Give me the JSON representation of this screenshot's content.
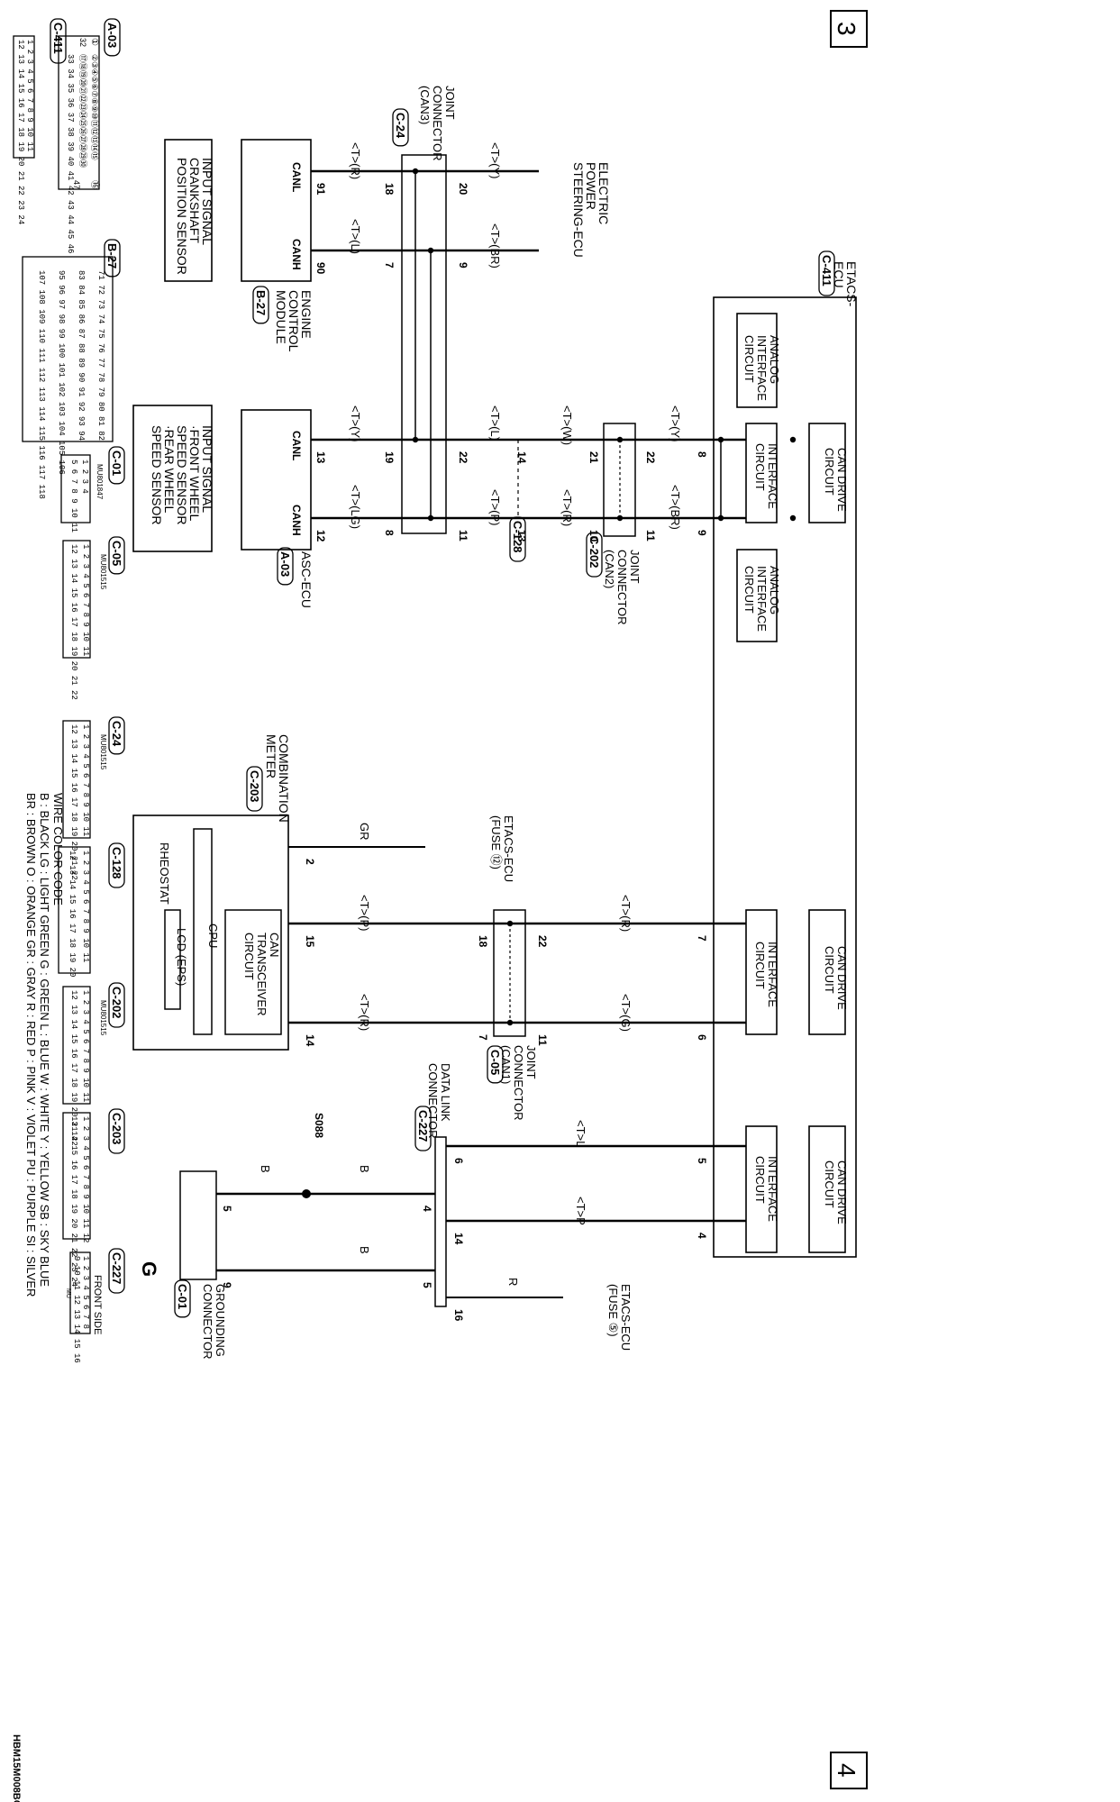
{
  "page": {
    "page_prev": "3",
    "page_next": "4",
    "figure_code": "HBM15M008BC",
    "fuse_g_marker": "G",
    "front_side": "FRONT SIDE",
    "ground_code": "S088"
  },
  "connectors": {
    "a03": "A-03",
    "c411": "C-411",
    "b27": "B-27",
    "c01": "C-01",
    "c05": "C-05",
    "c24": "C-24",
    "c128": "C-128",
    "c202": "C-202",
    "c203": "C-203",
    "c227": "C-227",
    "mu_c01": "MU801847",
    "mu_c05": "MU801515",
    "mu_c24": "MU801515",
    "mu_c202": "MU801515",
    "mu_c227": "MU"
  },
  "components": {
    "etacs_ecu": [
      "ETACS-",
      "ECU"
    ],
    "eps_ecu": [
      "ELECTRIC",
      "POWER",
      "STEERING-ECU"
    ],
    "joint_can3": [
      "JOINT",
      "CONNECTOR",
      "(CAN3)"
    ],
    "joint_can2": [
      "JOINT",
      "CONNECTOR",
      "(CAN2)"
    ],
    "joint_can1": [
      "JOINT",
      "CONNECTOR",
      "(CAN1)"
    ],
    "ecm": [
      "ENGINE",
      "CONTROL",
      "MODULE"
    ],
    "asc_ecu": "ASC-ECU",
    "combination_meter": [
      "COMBINATION",
      "METER"
    ],
    "data_link": [
      "DATA LINK",
      "CONNECTOR"
    ],
    "grounding": [
      "GROUNDING",
      "CONNECTOR"
    ],
    "fuse12": [
      "ETACS-ECU",
      "(FUSE ⑫)"
    ],
    "fuse5": [
      "ETACS-ECU",
      "(FUSE ⑤)"
    ],
    "input_signal_top": [
      "INPUT SIGNAL",
      "CRANKSHAFT",
      "POSITION SENSOR"
    ],
    "input_signal_bottom": [
      "INPUT SIGNAL",
      "·FRONT WHEEL",
      "SPEED SENSOR",
      "·REAR WHEEL",
      "SPEED SENSOR"
    ],
    "analog_interface": [
      "ANALOG",
      "INTERFACE",
      "CIRCUIT"
    ],
    "interface_circuit": [
      "INTERFACE",
      "CIRCUIT"
    ],
    "can_drive": [
      "CAN DRIVE",
      "CIRCUIT"
    ],
    "can_transceiver": [
      "CAN",
      "TRANSCEIVER",
      "CIRCUIT"
    ],
    "cpu": "CPU",
    "lcd": "LCD (EPS)",
    "rheostat": "RHEOSTAT",
    "canl": "CANL",
    "canh": "CANH"
  },
  "wire_labels": {
    "eps_l": "<T>(Y)",
    "eps_h": "<T>(BR)",
    "ecm_l": "<T>(R)",
    "ecm_h": "<T>(L)",
    "asc_l": "<T>(Y)",
    "asc_h": "<T>(LG)",
    "mid_l": "<T>(L)",
    "mid_h": "<T>(P)",
    "can2_l": "<T>(W)",
    "can2_h": "<T>(R)",
    "etacs_l1": "<T>(Y)",
    "etacs_h1": "<T>(BR)",
    "meter_gr": "GR",
    "can1_up_l": "<T>(R)",
    "can1_up_h": "<T>(G)",
    "meter_l": "<T>(P)",
    "meter_h": "<T>(R)",
    "dlc_l": "<T>L",
    "dlc_h": "<T>P",
    "b1": "B",
    "b2": "B",
    "b3": "B",
    "r16": "R"
  },
  "pins": {
    "eps_l": "20",
    "eps_h": "9",
    "can3_ecm_l": "18",
    "can3_ecm_h": "7",
    "ecm_l": "91",
    "ecm_h": "90",
    "can3_asc_l": "19",
    "can3_asc_h": "8",
    "asc_l": "13",
    "asc_h": "12",
    "can3_mid_l": "22",
    "can3_mid_h": "11",
    "c128_l": "14",
    "c128_h": "13",
    "can2_l_left": "21",
    "can2_h_left": "10",
    "can2_l_right": "22",
    "can2_h_right": "11",
    "etacs_l1": "8",
    "etacs_h1": "9",
    "meter_gr": "2",
    "can1_l_up": "22",
    "can1_h_up": "11",
    "can1_l_dn": "18",
    "can1_h_dn": "7",
    "etacs_l2": "7",
    "etacs_h2": "6",
    "meter_l": "15",
    "meter_h": "14",
    "dlc_l": "6",
    "dlc_h": "14",
    "etacs_l3": "5",
    "etacs_h3": "4",
    "dlc_4": "4",
    "dlc_5": "5",
    "dlc_16": "16",
    "gnd_5": "5",
    "gnd_9": "9"
  },
  "legend": {
    "title": "WIRE COLOR CODE",
    "line1": "B : BLACK   LG : LIGHT GREEN   G : GREEN   L : BLUE   W : WHITE   Y : YELLOW   SB : SKY BLUE",
    "line2": "BR : BROWN   O : ORANGE   GR : GRAY   R : RED   P : PINK   V : VIOLET   PU : PURPLE   SI : SILVER"
  },
  "connector_faces": {
    "a03_row1": "②③④⑤⑥⑦⑧⑨⑩⑪⑫⑬⑭⑮",
    "a03_row2": "⑰⑱⑲⑳㉑㉒㉓㉔㉕㉖㉗㉘㉙㉚",
    "a03_row3": "33 34 35 36 37 38 39 40 41 42 43 44 45 46",
    "a03_pin1": "①",
    "a03_pin16": "⑯",
    "a03_pin32": "32",
    "a03_pin47": "47",
    "c411_row1": "1 2 3 4 5     6 7 8 9 10 11",
    "c411_row2": "12 13 14 15 16 17 18 19 20 21 22 23 24",
    "b27_rows": [
      "71 72 73 74 75 76 77 78 79 80 81 82",
      "83 84 85 86 87 88 89 90 91 92 93 94",
      "95 96 97 98 99 100 101 102 103 104 105 106",
      "107 108 109 110 111 112 113 114 115 116 117 118"
    ],
    "c01_row1": "1 2   3 4",
    "c01_row2": "5 6 7 8 9 10 11",
    "c22_row1": "1 2 3 4 5 6 7 8 9 10 11",
    "c22_row2": "12 13 14 15 16 17 18 19 20 21 22",
    "c128_row1": "1 2 3 4 5 6 7 8 9 10 11",
    "c128_row2": "12 13 14   15 16 17   18 19 20",
    "c203_row1": "1 2 3 4 5 6 7 8 9 10 11 12",
    "c203_row2": "13 14 15 16 17 18 19 20 21 22 23 24",
    "c227_row1": "1 2 3 4 5 6 7 8",
    "c227_row2": "9 10 11 12 13 14 15 16"
  }
}
